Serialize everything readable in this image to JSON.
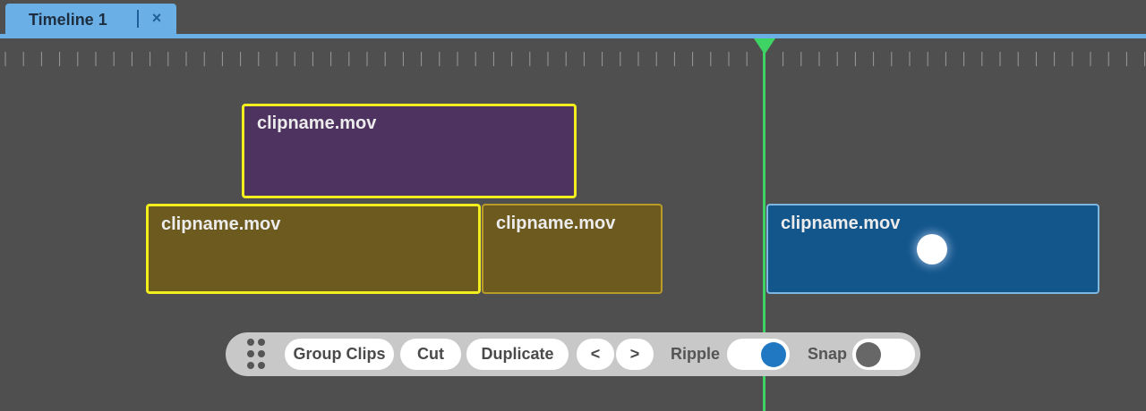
{
  "tabs": [
    {
      "label": "Timeline 1",
      "close": "×"
    }
  ],
  "timeline": {
    "clips": [
      {
        "name": "clipname.mov",
        "state": "selected",
        "color": "#4e3360"
      },
      {
        "name": "clipname.mov",
        "state": "selected",
        "color": "#6d5a1e"
      },
      {
        "name": "clipname.mov",
        "state": "normal",
        "color": "#6d5a1e"
      },
      {
        "name": "clipname.mov",
        "state": "normal",
        "color": "#13568c"
      }
    ],
    "playhead_color": "#3ed464",
    "selection_color": "#f2ee1d"
  },
  "toolbar": {
    "group_label": "Group Clips",
    "cut_label": "Cut",
    "duplicate_label": "Duplicate",
    "prev_label": "<",
    "next_label": ">",
    "ripple_label": "Ripple",
    "ripple_on": true,
    "snap_label": "Snap",
    "snap_on": false,
    "accent": "#1f78c1"
  }
}
